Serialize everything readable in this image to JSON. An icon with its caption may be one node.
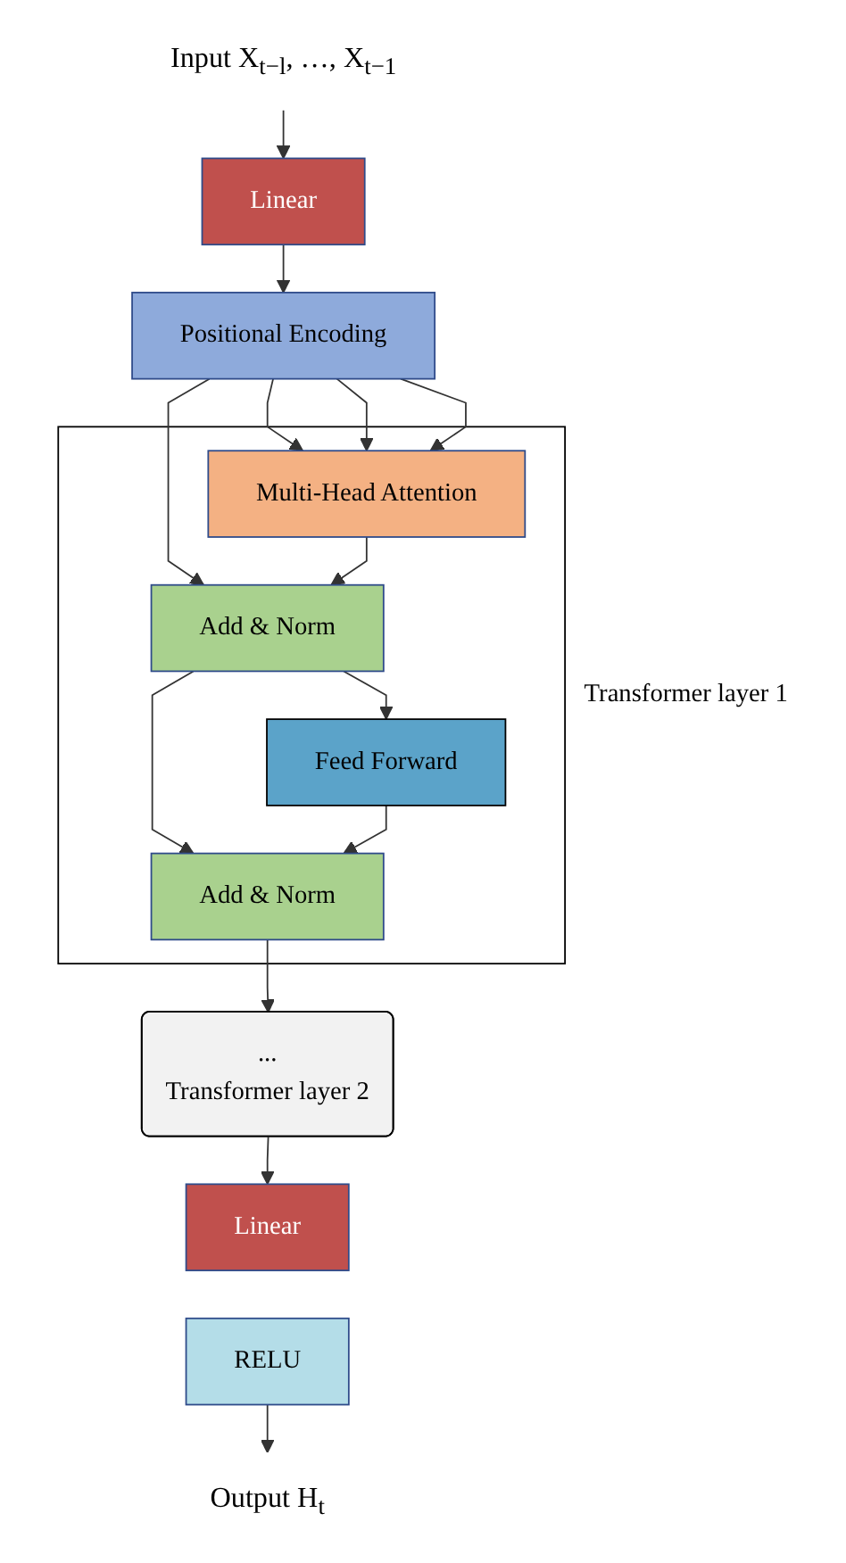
{
  "diagram": {
    "nodes": [
      {
        "text": [
          "Input X$_{t−l}$, …, X$_{t−1}$"
        ]
      },
      {
        "text": [
          "Linear"
        ]
      },
      {
        "text": [
          "Positional Encoding"
        ]
      },
      {
        "text": [
          "Transformer layer 1"
        ]
      },
      {
        "text": [
          "Multi-Head Attention"
        ],
        "in": 3
      },
      {
        "text": [
          "Add & Norm"
        ],
        "in": 3
      },
      {
        "text": [
          "Feed Forward"
        ],
        "in": 3
      },
      {
        "text": [
          "Add & Norm"
        ],
        "in": 3
      },
      {
        "text": [
          "...",
          "Transformer layer 2"
        ]
      },
      {
        "text": [
          "Linear"
        ]
      },
      {
        "text": [
          "RELU"
        ]
      },
      {
        "text": [
          "Output H$_{t}$"
        ]
      }
    ],
    "edges": [
      {
        "from": 0,
        "to": 1,
        "arrow": "to"
      },
      {
        "from": 1,
        "to": 2,
        "arrow": "to"
      },
      {
        "from": 2,
        "to": 4,
        "arrow": "to"
      },
      {
        "from": 2,
        "to": 4,
        "arrow": "to"
      },
      {
        "from": 2,
        "to": 4,
        "arrow": "to"
      },
      {
        "from": 2,
        "to": 5,
        "arrow": "to"
      },
      {
        "from": 4,
        "to": 5,
        "arrow": "to"
      },
      {
        "from": 5,
        "to": 6,
        "arrow": "to"
      },
      {
        "from": 5,
        "to": 7,
        "arrow": "to"
      },
      {
        "from": 6,
        "to": 7,
        "arrow": "to"
      },
      {
        "from": 7,
        "to": 8,
        "arrow": "to"
      },
      {
        "from": 8,
        "to": 9,
        "arrow": "to"
      },
      {
        "from": 10,
        "to": 11,
        "arrow": "to"
      }
    ]
  }
}
